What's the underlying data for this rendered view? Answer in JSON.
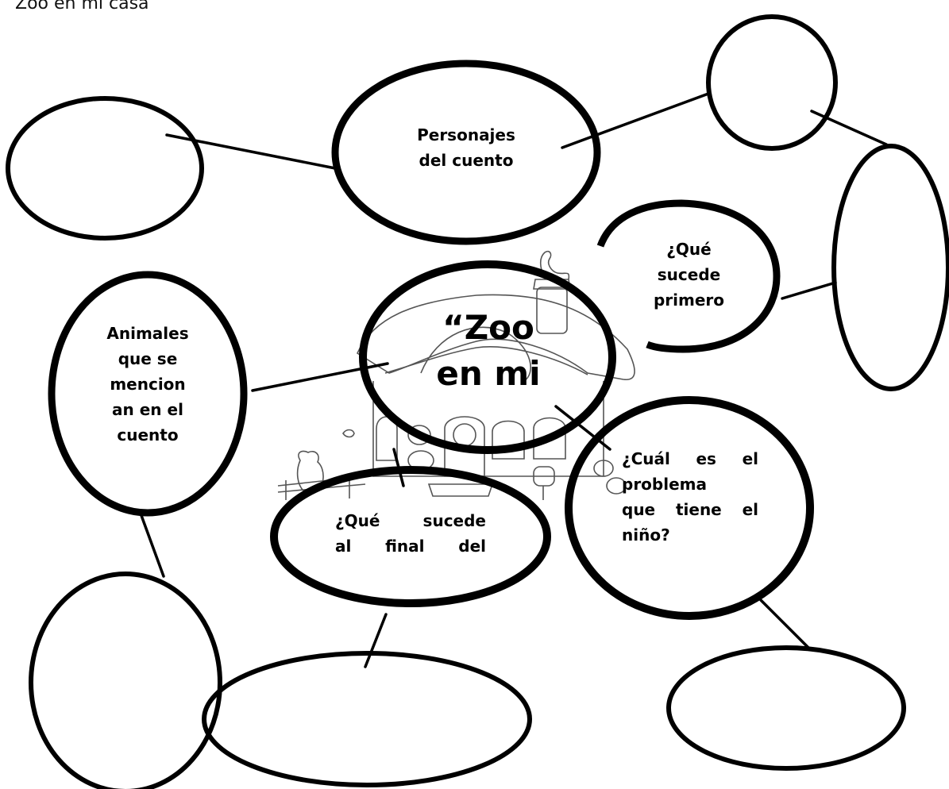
{
  "page": {
    "title": "“Zoo en mi casa”"
  },
  "center": {
    "line1": "“Zoo",
    "line2": "en mi"
  },
  "nodes": {
    "personajes": {
      "line1": "Personajes",
      "line2": "del cuento"
    },
    "primero": {
      "line1": "¿Qué",
      "line2": "sucede",
      "line3": "primero"
    },
    "animales": {
      "line1": "Animales",
      "line2": "que se",
      "line3": "mencion",
      "line4": "an en el",
      "line5": "cuento"
    },
    "final": {
      "line1": "¿Qué sucede",
      "line2": "al final del"
    },
    "problema": {
      "line1": "¿Cuál es el",
      "line2": "problema",
      "line3": "que tiene el",
      "line4": "niño?"
    }
  },
  "empty_nodes": [
    "top-left",
    "top-right-small",
    "right-tall",
    "bottom-left",
    "bottom-middle",
    "bottom-right"
  ],
  "colors": {
    "ink": "#000000",
    "sketch": "#555555",
    "background": "#ffffff"
  }
}
